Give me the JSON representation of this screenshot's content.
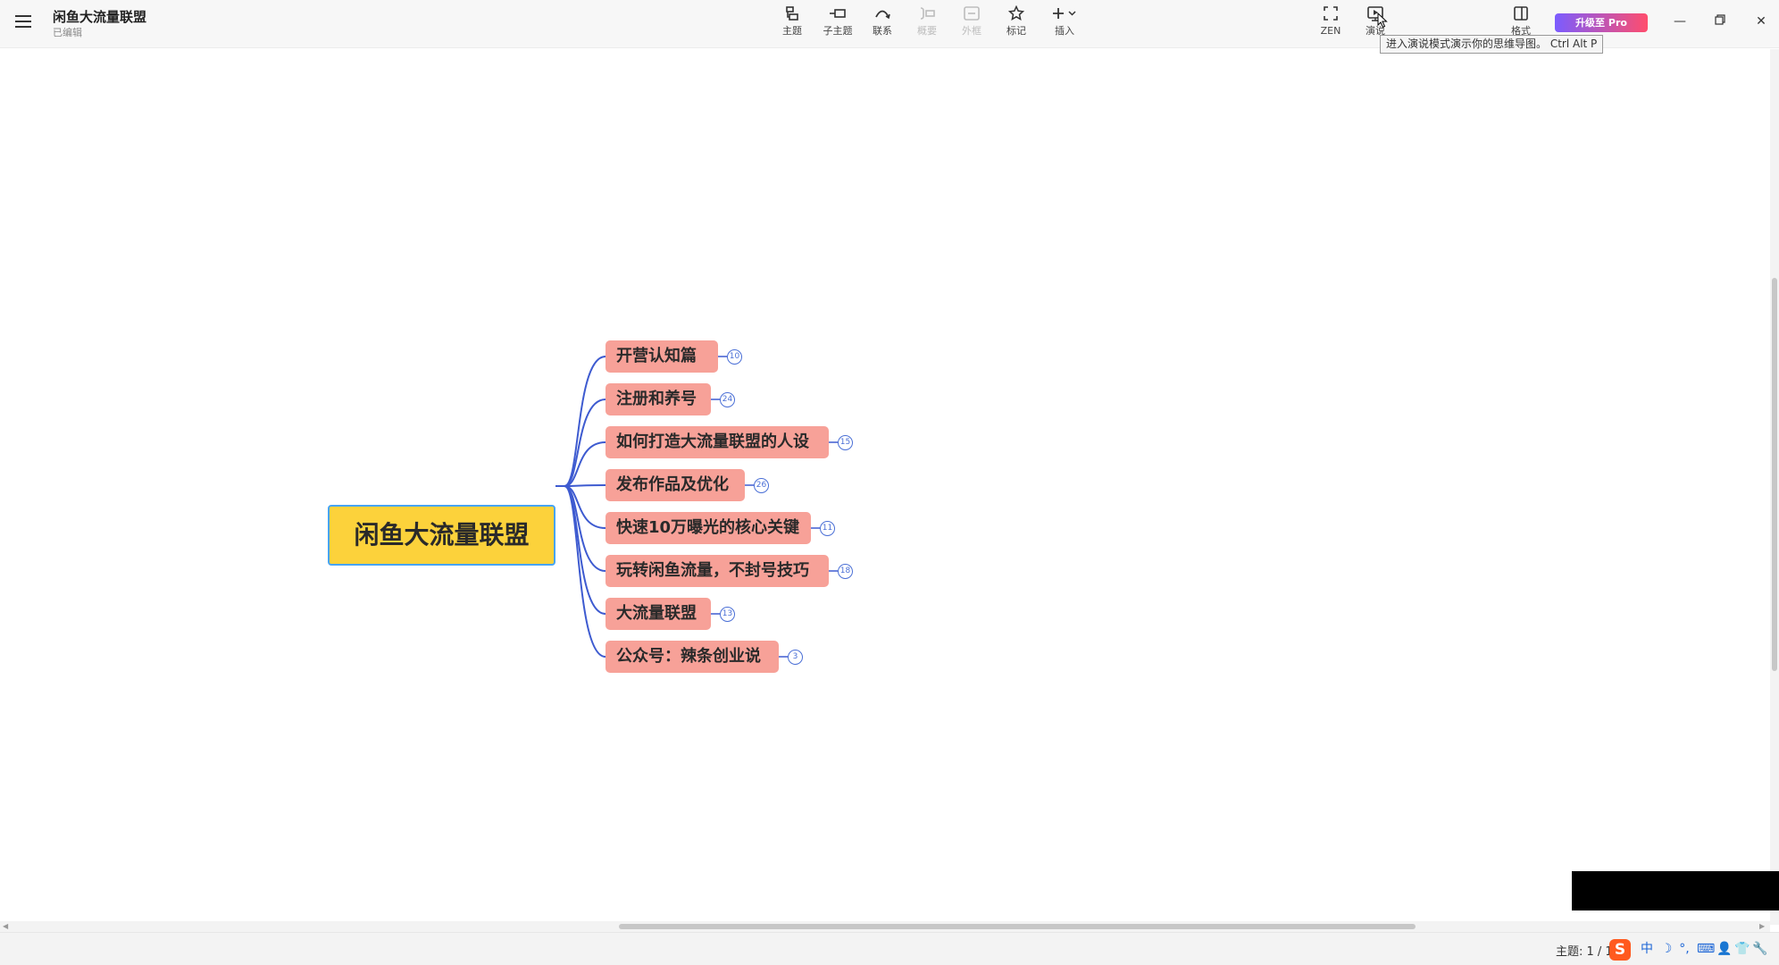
{
  "header": {
    "title": "闲鱼大流量联盟",
    "status": "已编辑"
  },
  "toolbar": {
    "topic": "主题",
    "subtopic": "子主题",
    "relation": "联系",
    "summary": "概要",
    "boundary": "外框",
    "marker": "标记",
    "insert": "插入",
    "zen": "ZEN",
    "present": "演说",
    "format": "格式",
    "upgrade": "升级至 Pro"
  },
  "icons": {
    "menu": "hamburger-icon",
    "topic": "topic-icon",
    "subtopic": "subtopic-icon",
    "relation": "relationship-curve-icon",
    "summary": "summary-bracket-icon",
    "boundary": "boundary-box-icon",
    "marker": "star-icon",
    "insert": "plus-icon",
    "zen": "fullscreen-icon",
    "present": "play-screen-icon",
    "format": "format-panel-icon"
  },
  "tooltip": "进入演说模式演示你的思维导图。 Ctrl Alt P",
  "mindmap": {
    "root": "闲鱼大流量联盟",
    "branches": [
      {
        "label": "开营认知篇",
        "count": "10"
      },
      {
        "label": "注册和养号",
        "count": "24"
      },
      {
        "label": "如何打造大流量联盟的人设",
        "count": "15"
      },
      {
        "label": "发布作品及优化",
        "count": "26"
      },
      {
        "label": "快速10万曝光的核心关键",
        "count": "11"
      },
      {
        "label": "玩转闲鱼流量，不封号技巧",
        "count": "18"
      },
      {
        "label": "大流量联盟",
        "count": "13"
      },
      {
        "label": "公众号：辣条创业说",
        "count": "3"
      }
    ]
  },
  "statusbar": {
    "topic_count": "主题: 1 / 1",
    "ime_lang": "中"
  },
  "colors": {
    "root_fill": "#fcd23b",
    "root_border": "#47a4f3",
    "branch_fill": "#f7a198",
    "connector": "#3e5bd0",
    "upgrade_start": "#7b5cff",
    "upgrade_end": "#ff4d6d"
  }
}
